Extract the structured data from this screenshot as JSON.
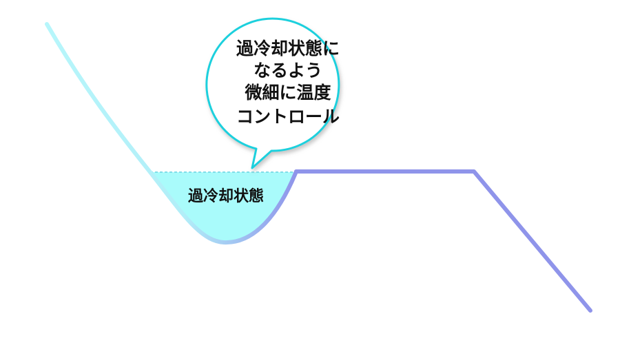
{
  "bubble": {
    "lines": [
      "過冷却状態に",
      "なるよう",
      "微細に温度",
      "コントロール"
    ]
  },
  "region": {
    "label": "過冷却状態"
  },
  "colors": {
    "curve_light": "#b6f6fb",
    "curve_dark": "#8f94ea",
    "fill": "#a9fbfb",
    "bubble_fill": "#ffffff",
    "bubble_stroke": "#1fd0dd",
    "bubble_shadow": "#bcbcbc",
    "water_line": "#7fdde8"
  }
}
